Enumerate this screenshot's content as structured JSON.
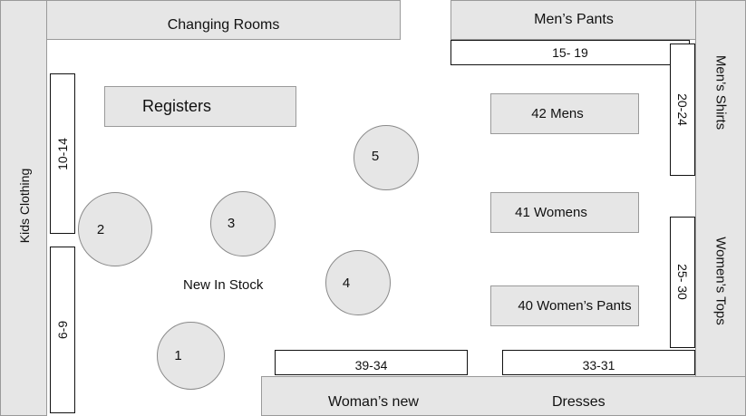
{
  "areas": {
    "kids_clothing": "Kids Clothing",
    "changing_rooms": "Changing Rooms",
    "mens_pants": "Men’s Pants",
    "mens_shirts": "Men’s Shirts",
    "womens_tops": "Women’s Tops",
    "womans_new": "Woman’s new",
    "dresses": "Dresses"
  },
  "fixtures": {
    "registers": "Registers",
    "new_in_stock": "New In Stock",
    "mens_42": "42 Mens",
    "womens_41": "41 Womens",
    "womens_pants_40": "40 Women’s Pants"
  },
  "racks": {
    "r10_14": "10-14",
    "r6_9": "6-9",
    "r15_19": "15- 19",
    "r20_24": "20-24",
    "r25_30": "25- 30",
    "r39_34": "39-34",
    "r33_31": "33-31"
  },
  "tables": [
    "1",
    "2",
    "3",
    "4",
    "5"
  ]
}
